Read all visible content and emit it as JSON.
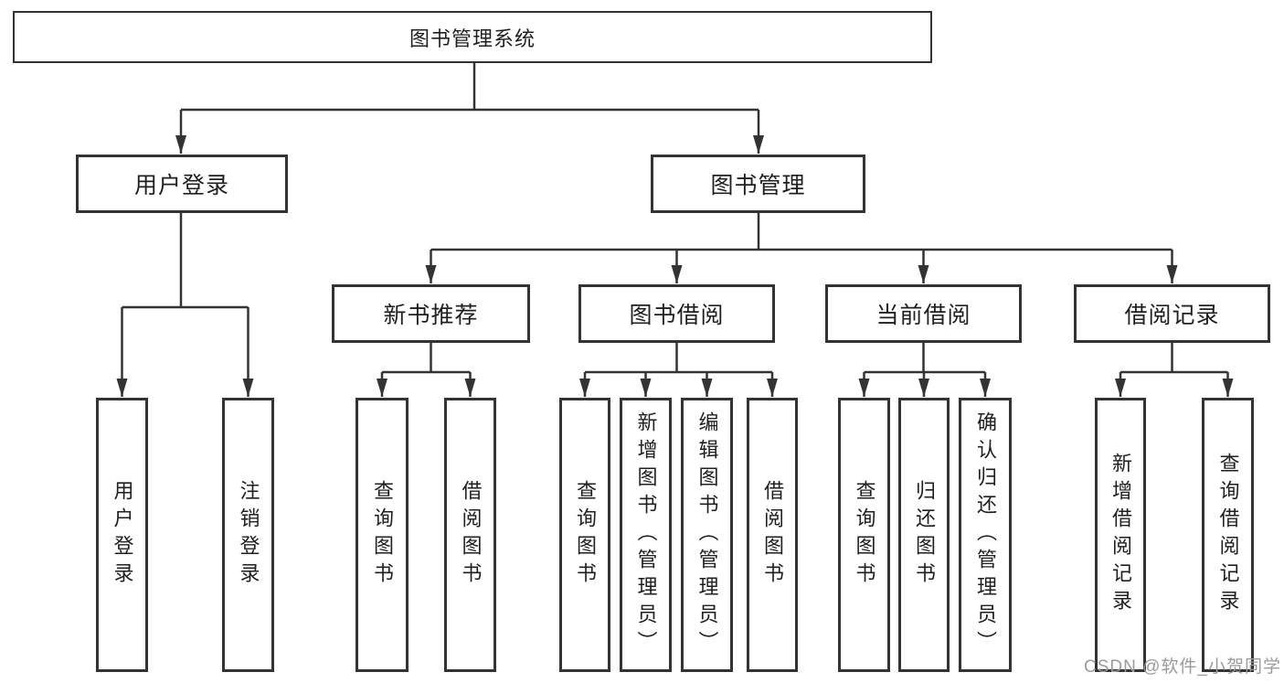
{
  "tree": {
    "root": {
      "label": "图书管理系统"
    },
    "user_login": {
      "label": "用户登录",
      "children": [
        {
          "label": "用户登录"
        },
        {
          "label": "注销登录"
        }
      ]
    },
    "book_management": {
      "label": "图书管理",
      "sections": [
        {
          "label": "新书推荐",
          "children": [
            {
              "label": "查询图书"
            },
            {
              "label": "借阅图书"
            }
          ]
        },
        {
          "label": "图书借阅",
          "children": [
            {
              "label": "查询图书"
            },
            {
              "label": "新增图书（管理员）"
            },
            {
              "label": "编辑图书（管理员）"
            },
            {
              "label": "借阅图书"
            }
          ]
        },
        {
          "label": "当前借阅",
          "children": [
            {
              "label": "查询图书"
            },
            {
              "label": "归还图书"
            },
            {
              "label": "确认归还（管理员）"
            }
          ]
        },
        {
          "label": "借阅记录",
          "children": [
            {
              "label": "新增借阅记录"
            },
            {
              "label": "查询借阅记录"
            }
          ]
        }
      ]
    }
  },
  "watermark": {
    "text": "CSDN @软件_小贺同学"
  },
  "colors": {
    "line": "#333333",
    "box_border": "#333333",
    "box_fill": "#ffffff",
    "text": "#1f1f1f",
    "watermark": "#9b9b9b",
    "background": "#ffffff"
  }
}
